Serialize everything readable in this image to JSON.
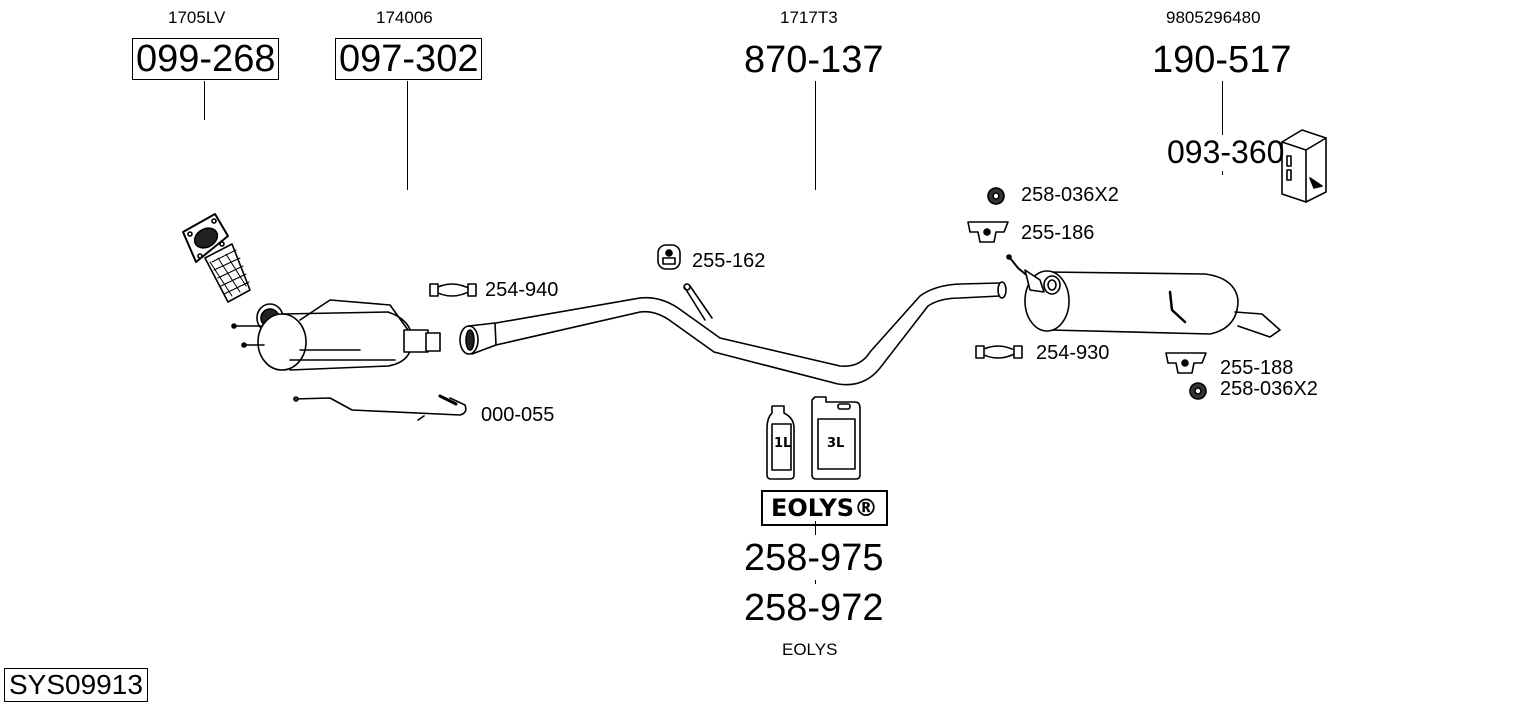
{
  "diagram": {
    "system_id": "SYS09913",
    "main_parts": [
      {
        "oem": "1705LV",
        "part_number": "099-268",
        "boxed": true
      },
      {
        "oem": "174006",
        "part_number": "097-302",
        "boxed": true
      },
      {
        "oem": "1717T3",
        "part_number": "870-137",
        "boxed": false
      },
      {
        "oem": "9805296480",
        "part_number": "190-517",
        "boxed": false
      }
    ],
    "mounting_kit": "093-360",
    "accessories": {
      "clamp_front": "254-940",
      "hanger_mid": "255-162",
      "nut_top": "258-036X2",
      "hanger_top": "255-186",
      "clamp_rear": "254-930",
      "hanger_rear": "255-188",
      "nut_rear": "258-036X2",
      "sensor_pipe": "000-055"
    },
    "additive": {
      "bottle_small_label": "1L",
      "bottle_large_label": "3L",
      "brand": "EOLYS®",
      "part_1": "258-975",
      "part_2": "258-972",
      "caption": "EOLYS"
    }
  }
}
